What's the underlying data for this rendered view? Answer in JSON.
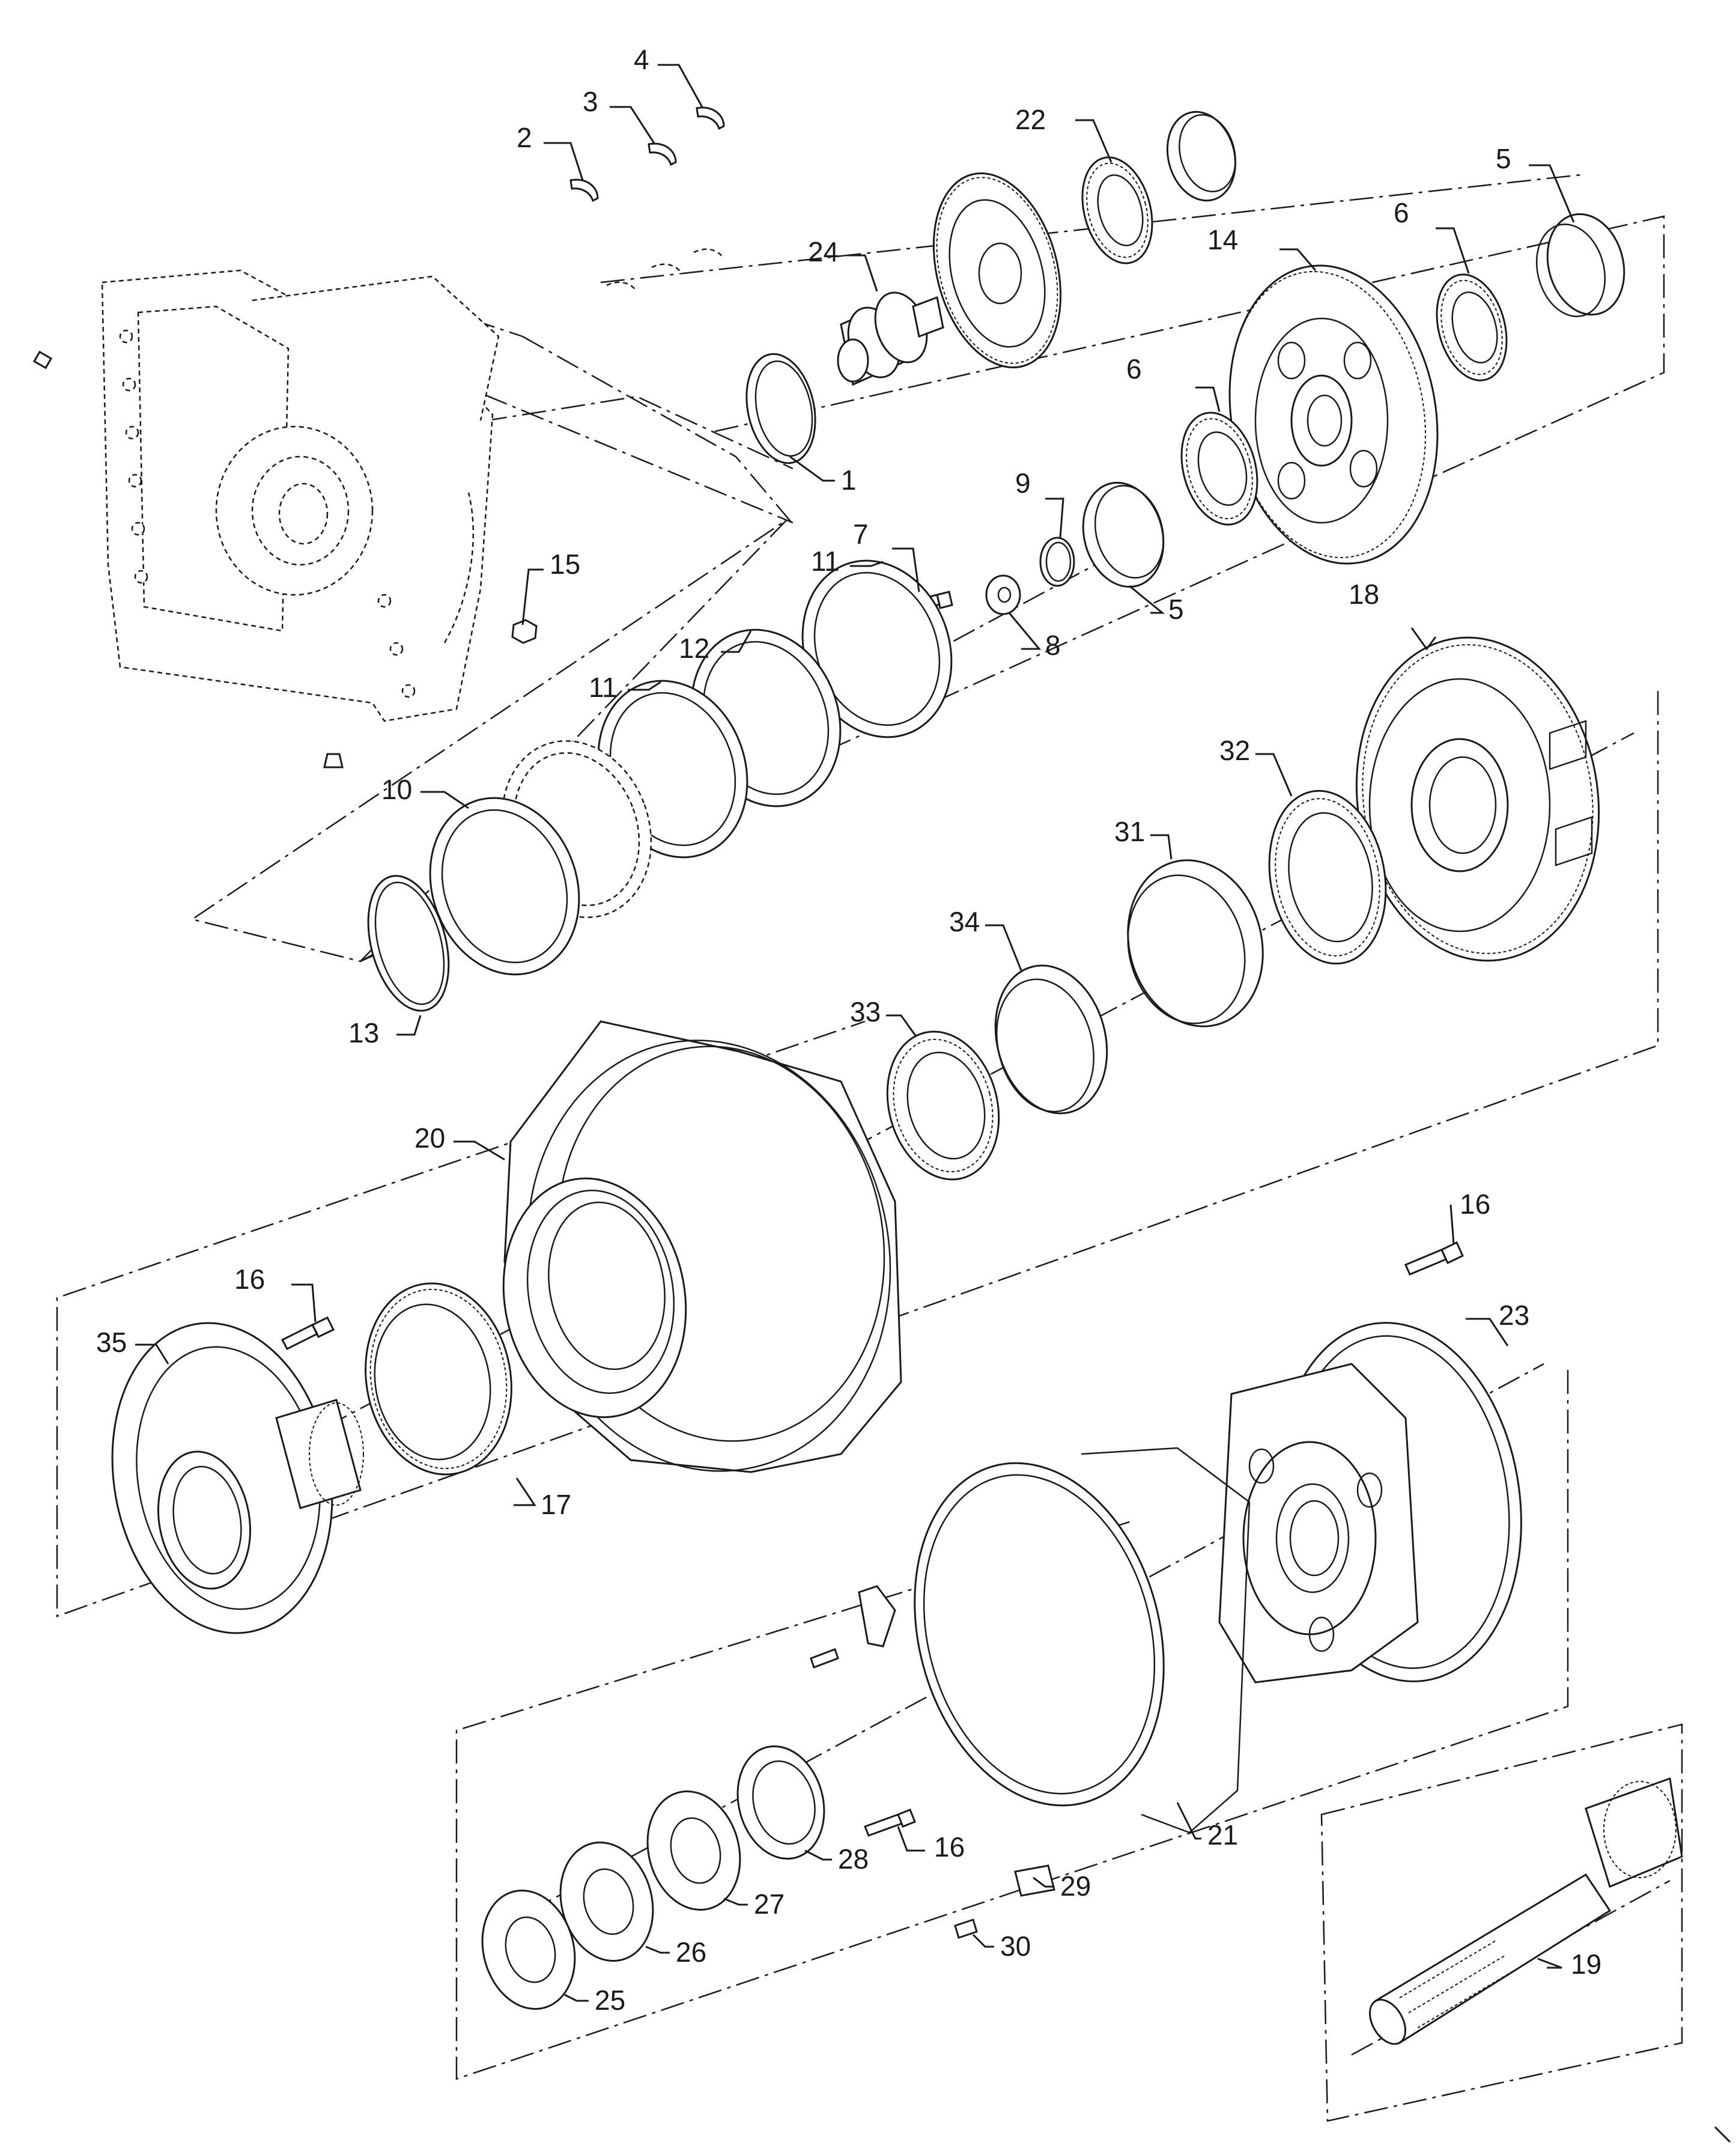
{
  "diagram": {
    "callouts": [
      {
        "id": "c1",
        "label": "1"
      },
      {
        "id": "c2",
        "label": "2"
      },
      {
        "id": "c3",
        "label": "3"
      },
      {
        "id": "c4",
        "label": "4"
      },
      {
        "id": "c5a",
        "label": "5"
      },
      {
        "id": "c5b",
        "label": "5"
      },
      {
        "id": "c6a",
        "label": "6"
      },
      {
        "id": "c6b",
        "label": "6"
      },
      {
        "id": "c7",
        "label": "7"
      },
      {
        "id": "c8",
        "label": "8"
      },
      {
        "id": "c9",
        "label": "9"
      },
      {
        "id": "c10",
        "label": "10"
      },
      {
        "id": "c11a",
        "label": "11"
      },
      {
        "id": "c11b",
        "label": "11"
      },
      {
        "id": "c12",
        "label": "12"
      },
      {
        "id": "c13",
        "label": "13"
      },
      {
        "id": "c14",
        "label": "14"
      },
      {
        "id": "c15",
        "label": "15"
      },
      {
        "id": "c16a",
        "label": "16"
      },
      {
        "id": "c16b",
        "label": "16"
      },
      {
        "id": "c16c",
        "label": "16"
      },
      {
        "id": "c17",
        "label": "17"
      },
      {
        "id": "c18",
        "label": "18"
      },
      {
        "id": "c19",
        "label": "19"
      },
      {
        "id": "c20",
        "label": "20"
      },
      {
        "id": "c21",
        "label": "21"
      },
      {
        "id": "c22",
        "label": "22"
      },
      {
        "id": "c23",
        "label": "23"
      },
      {
        "id": "c24",
        "label": "24"
      },
      {
        "id": "c25",
        "label": "25"
      },
      {
        "id": "c26",
        "label": "26"
      },
      {
        "id": "c27",
        "label": "27"
      },
      {
        "id": "c28",
        "label": "28"
      },
      {
        "id": "c29",
        "label": "29"
      },
      {
        "id": "c30",
        "label": "30"
      },
      {
        "id": "c31",
        "label": "31"
      },
      {
        "id": "c32",
        "label": "32"
      },
      {
        "id": "c33",
        "label": "33"
      },
      {
        "id": "c34",
        "label": "34"
      },
      {
        "id": "c35",
        "label": "35"
      }
    ]
  }
}
